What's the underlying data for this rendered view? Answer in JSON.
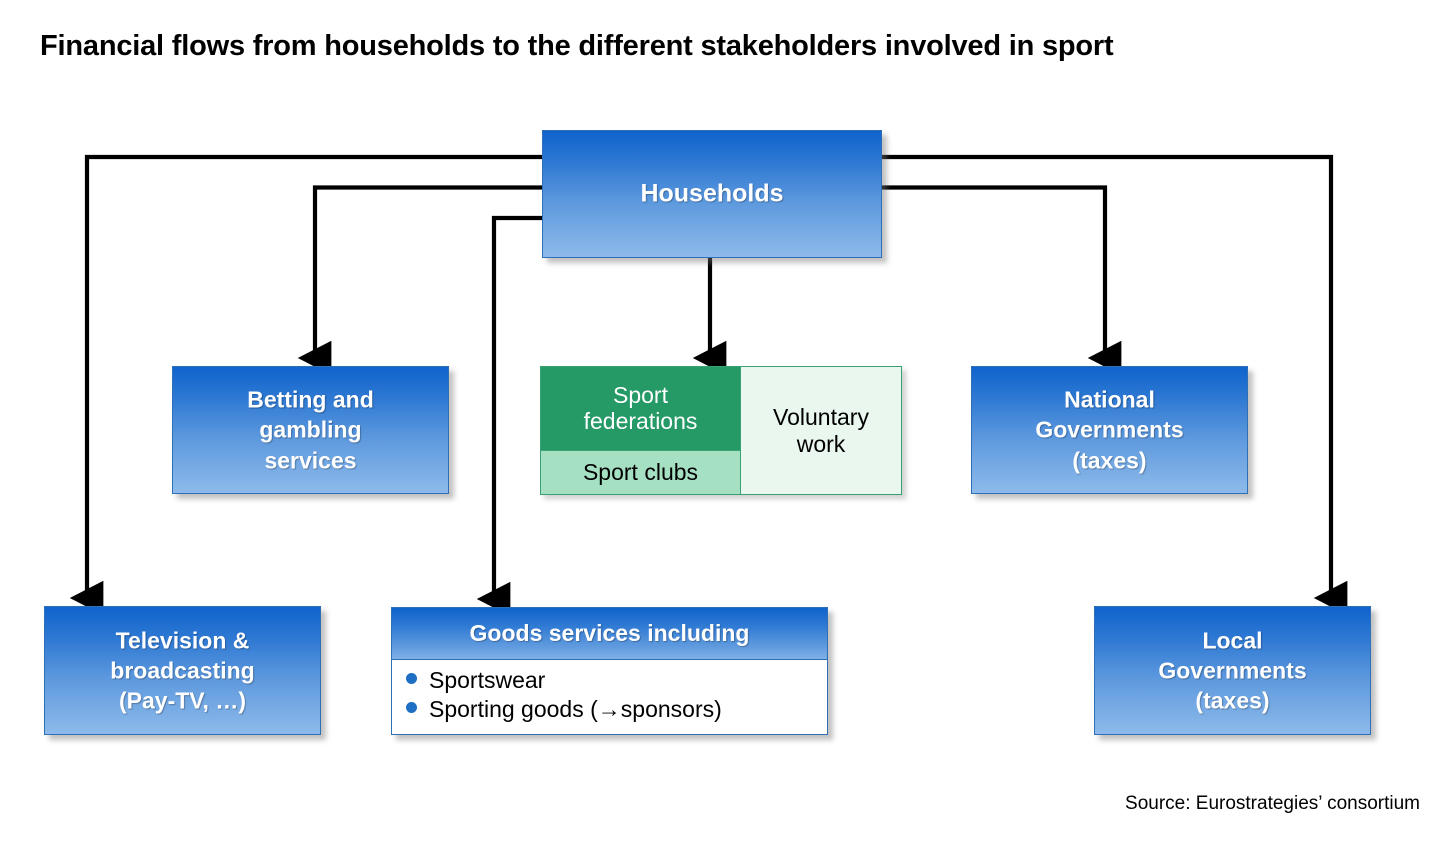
{
  "page": {
    "title": "Financial flows from households to the different stakeholders involved in sport",
    "source": "Source: Eurostrategies’ consortium"
  },
  "colors": {
    "blue_dark": "#0f63cc",
    "blue_light": "#8dbaea",
    "blue_border": "#2f6fb5",
    "green_dark": "#259a67",
    "green_mid": "#a6e0c3",
    "green_pale": "#e9f7ef",
    "green_border": "#3aa172",
    "connector": "#000000",
    "bullet": "#1f6fc4",
    "text_on_blue": "#ffffff",
    "text_dark": "#000000"
  },
  "nodes": {
    "households": {
      "label": "Households"
    },
    "betting": {
      "label": "Betting and\ngambling\nservices"
    },
    "sport_group": {
      "federations": "Sport\nfederations",
      "clubs": "Sport clubs",
      "voluntary": "Voluntary\nwork"
    },
    "national": {
      "label": "National\nGovernments\n(taxes)"
    },
    "television": {
      "label": "Television &\nbroadcasting\n(Pay-TV, …)"
    },
    "goods": {
      "header": "Goods services including",
      "items": [
        "Sportswear",
        "Sporting goods (→sponsors)"
      ]
    },
    "local": {
      "label": "Local\nGovernments\n(taxes)"
    }
  },
  "connectors": [
    {
      "from": "households",
      "to": "television",
      "note": "left edge y157 → x87 down to TV top"
    },
    {
      "from": "households",
      "to": "betting",
      "note": "left edge y187 → x315 down to Betting top"
    },
    {
      "from": "households",
      "to": "goods",
      "note": "left edge y218 → x494 down to Goods top"
    },
    {
      "from": "households",
      "to": "sport_group",
      "note": "bottom center x709 down to green box top"
    },
    {
      "from": "households",
      "to": "national",
      "note": "right edge y187 → x1105 down to National top"
    },
    {
      "from": "households",
      "to": "local",
      "note": "right edge y157 → x1331 down to Local top"
    }
  ]
}
